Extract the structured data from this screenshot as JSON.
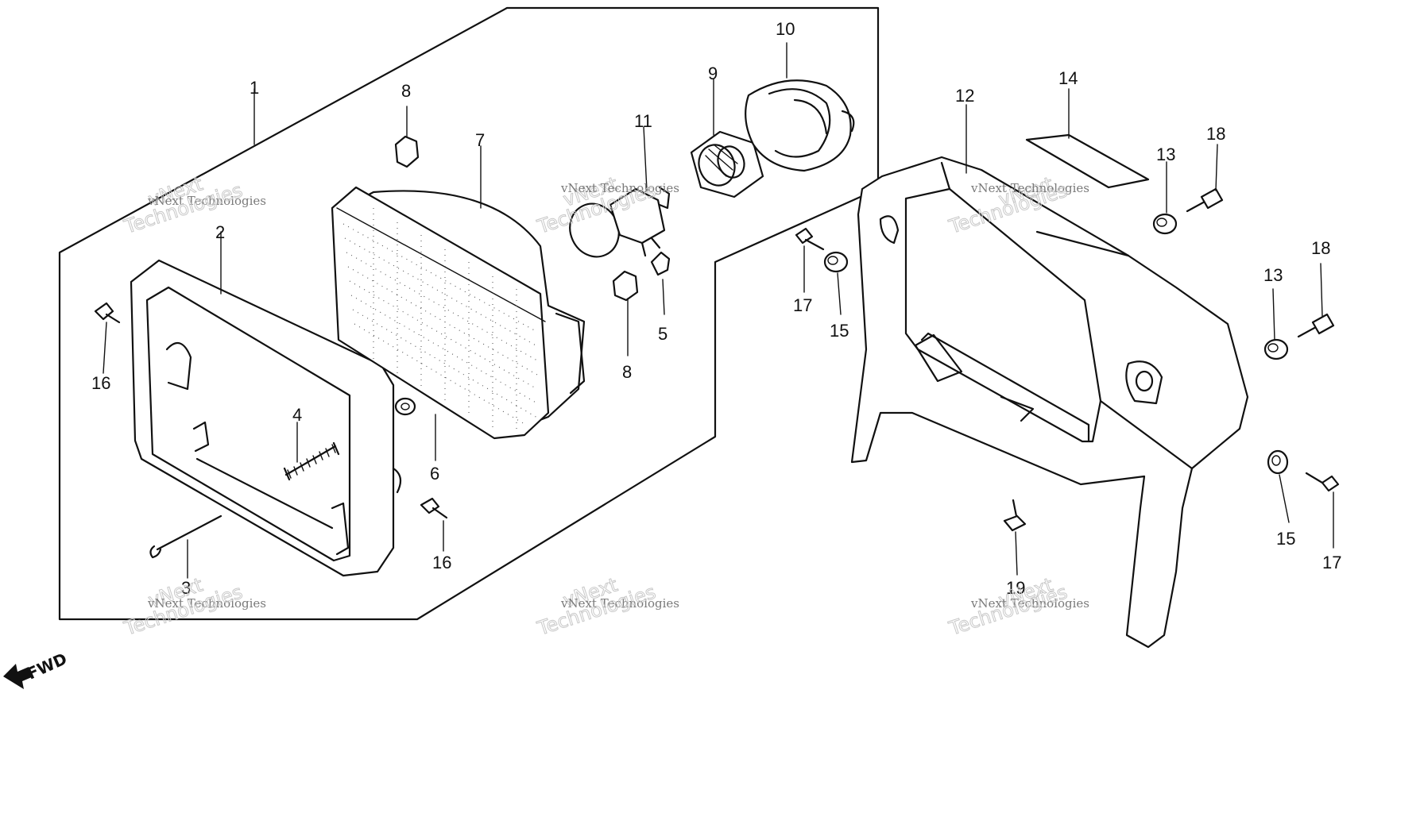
{
  "callouts": [
    {
      "n": "1"
    },
    {
      "n": "2"
    },
    {
      "n": "3"
    },
    {
      "n": "4"
    },
    {
      "n": "5"
    },
    {
      "n": "6"
    },
    {
      "n": "7"
    },
    {
      "n": "8"
    },
    {
      "n": "8"
    },
    {
      "n": "9"
    },
    {
      "n": "10"
    },
    {
      "n": "11"
    },
    {
      "n": "12"
    },
    {
      "n": "13"
    },
    {
      "n": "13"
    },
    {
      "n": "14"
    },
    {
      "n": "15"
    },
    {
      "n": "15"
    },
    {
      "n": "16"
    },
    {
      "n": "16"
    },
    {
      "n": "17"
    },
    {
      "n": "17"
    },
    {
      "n": "18"
    },
    {
      "n": "18"
    },
    {
      "n": "19"
    }
  ],
  "direction_label": "FWD",
  "watermark": {
    "line1": "vNext",
    "line2": "vNext Technologies",
    "line3": "Technologies"
  }
}
